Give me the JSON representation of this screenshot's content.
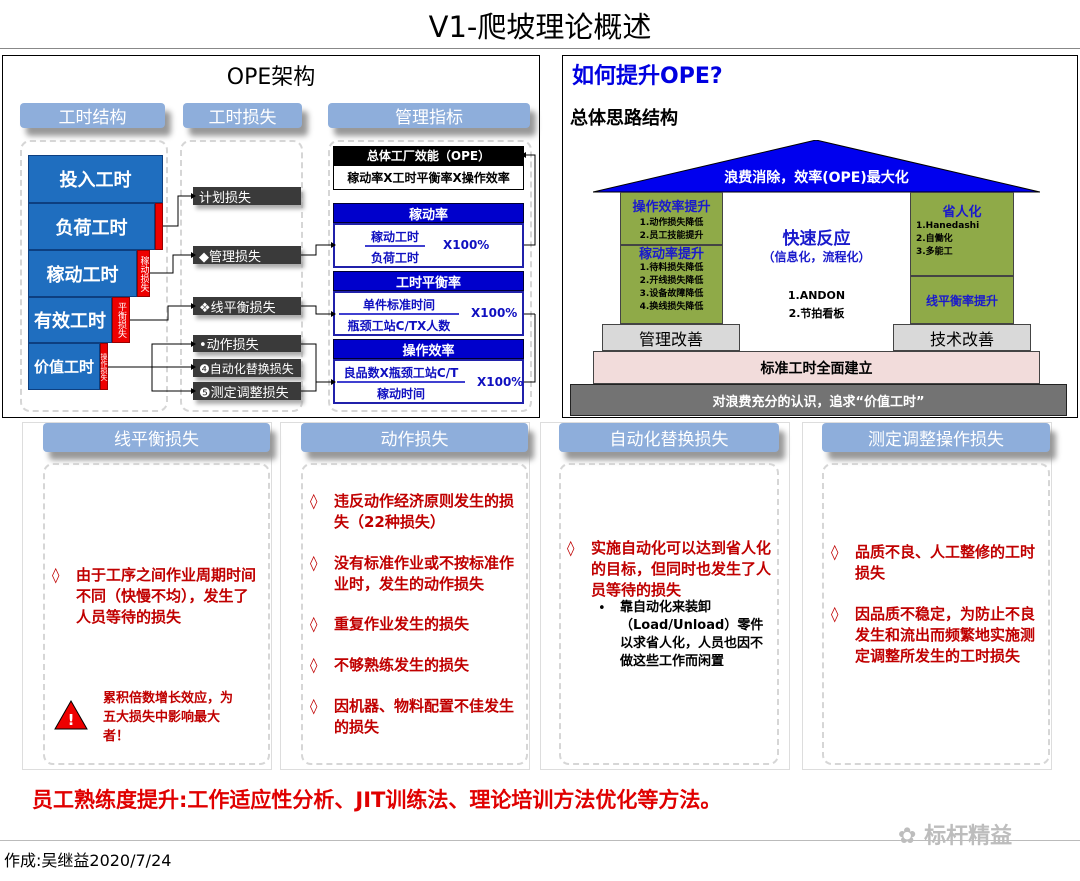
{
  "title": "V1-爬坡理论概述",
  "ope": {
    "title": "OPE架构",
    "headers": [
      "工时结构",
      "工时损失",
      "管理指标"
    ],
    "blocks": [
      "投入工时",
      "负荷工时",
      "稼动工时",
      "有效工时",
      "价值工时"
    ],
    "red_labels": [
      "稼动损失",
      "平衡损失",
      "操作损失"
    ],
    "losses": [
      "计划损失",
      "◆管理损失",
      "❖线平衡损失",
      "•动作损失",
      "❹自动化替换损失",
      "❺测定调整损失"
    ],
    "ope_title": "总体工厂效能（OPE）",
    "ope_formula": "稼动率X工时平衡率X操作效率",
    "metrics": [
      {
        "title": "稼动率",
        "num": "稼动工时",
        "den": "负荷工时",
        "mult": "X100%"
      },
      {
        "title": "工时平衡率",
        "num": "单件标准时间",
        "den": "瓶颈工站C/TX人数",
        "mult": "X100%"
      },
      {
        "title": "操作效率",
        "num": "良品数X瓶颈工站C/T",
        "den": "稼动时间",
        "mult": "X100%"
      }
    ]
  },
  "house": {
    "title": "如何提升OPE?",
    "subtitle": "总体思路结构",
    "roof": "浪费消除，效率(OPE)最大化",
    "left_top": {
      "title": "操作效率提升",
      "items": [
        "1.动作损失降低",
        "2.员工技能提升"
      ]
    },
    "left_bottom": {
      "title": "稼动率提升",
      "items": [
        "1.待料损失降低",
        "2.开线损失降低",
        "3.设备故障降低",
        "4.换线损失降低"
      ]
    },
    "center": {
      "title": "快速反应",
      "sub": "（信息化，流程化）",
      "items": [
        "1.ANDON",
        "2.节拍看板"
      ]
    },
    "right_top": {
      "title": "省人化",
      "items": [
        "1.Hanedashi",
        "2.自働化",
        "3.多能工"
      ]
    },
    "right_bottom": {
      "title": "线平衡率提升"
    },
    "base_left": "管理改善",
    "base_right": "技术改善",
    "foundation": "标准工时全面建立",
    "ground": "对浪费充分的认识，追求“价值工时”"
  },
  "cards": [
    {
      "title": "线平衡损失",
      "items": [
        "由于工序之间作业周期时间不同（快慢不均），发生了人员等待的损失"
      ],
      "warning": "累积倍数增长效应，为五大损失中影响最大者！"
    },
    {
      "title": "动作损失",
      "items": [
        "违反动作经济原则发生的损失（22种损失）",
        "没有标准作业或不按标准作业时，发生的动作损失",
        "重复作业发生的损失",
        "不够熟练发生的损失",
        "因机器、物料配置不佳发生的损失"
      ]
    },
    {
      "title": "自动化替换损失",
      "items": [
        "实施自动化可以达到省人化的目标，但同时也发生了人员等待的损失"
      ],
      "sub": "靠自动化来装卸（Load/Unload）零件以求省人化，人员也因不做这些工作而闲置"
    },
    {
      "title": "测定调整操作损失",
      "items": [
        "品质不良、人工整修的工时损失",
        "因品质不稳定，为防止不良发生和流出而频繁地实施测定调整所发生的工时损失"
      ]
    }
  ],
  "bullet": "◊",
  "conclusion": "员工熟练度提升:工作适应性分析、JIT训练法、理论培训方法优化等方法。",
  "footer": "作成:吴继益2020/7/24",
  "watermark": "标杆精益",
  "colors": {
    "brand_blue": "#0000cc",
    "block_blue": "#1f6ebf",
    "loss_red": "#c00000",
    "pillar_green": "#8faa48"
  }
}
